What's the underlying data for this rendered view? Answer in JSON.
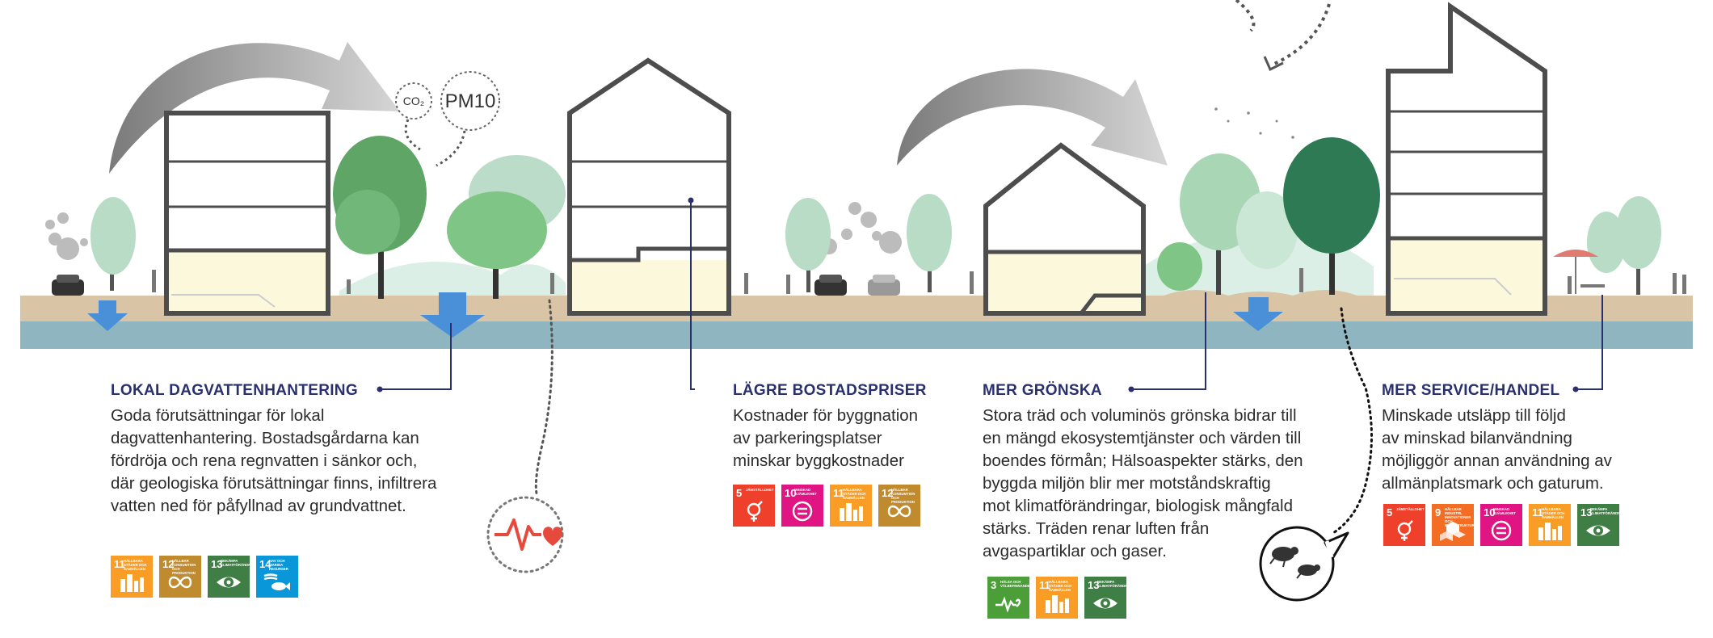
{
  "labels": {
    "co2": "CO₂",
    "pm10": "PM10"
  },
  "sections": [
    {
      "heading": "LOKAL DAGVATTENHANTERING",
      "lines": [
        "Goda förutsättningar för lokal",
        "dagvattenhantering. Bostadsgårdarna kan",
        "fördröja och rena regnvatten i sänkor och,",
        "där geologiska förutsättningar finns, infiltrera",
        "vatten ned för påfyllnad av grundvattnet."
      ],
      "sdgs": [
        {
          "num": "11",
          "label": "Hållbara städer och samhällen",
          "color": "#f99d26",
          "icon": "city-icon"
        },
        {
          "num": "12",
          "label": "Hållbar konsumtion och produktion",
          "color": "#bf8b2e",
          "icon": "infinity-icon"
        },
        {
          "num": "13",
          "label": "Bekämpa klimatförändringarna",
          "color": "#3f7e44",
          "icon": "eye-globe-icon"
        },
        {
          "num": "14",
          "label": "Hav och marina resurser",
          "color": "#0a97d9",
          "icon": "fish-icon"
        }
      ]
    },
    {
      "heading": "LÄGRE BOSTADSPRISER",
      "lines": [
        "Kostnader för byggnation",
        "av parkeringsplatser",
        "minskar byggkostnader"
      ],
      "sdgs": [
        {
          "num": "5",
          "label": "Jämställdhet",
          "color": "#ef402b",
          "icon": "gender-icon"
        },
        {
          "num": "10",
          "label": "Minskad ojämlikhet",
          "color": "#e11484",
          "icon": "equal-icon"
        },
        {
          "num": "11",
          "label": "Hållbara städer och samhällen",
          "color": "#f99d26",
          "icon": "city-icon"
        },
        {
          "num": "12",
          "label": "Hållbar konsumtion och produktion",
          "color": "#bf8b2e",
          "icon": "infinity-icon"
        }
      ]
    },
    {
      "heading": "MER GRÖNSKA",
      "lines": [
        "Stora träd och voluminös grönska bidrar till",
        "en mängd ekosystemtjänster och värden till",
        "boendes förmån; Hälsoaspekter stärks, den",
        "byggda miljön blir mer motståndskraftig",
        "mot klimatförändringar, biologisk mångfald",
        "stärks. Träden renar luften från",
        "avgaspartiklar och gaser."
      ],
      "sdgs": [
        {
          "num": "3",
          "label": "Hälsa och välbefinnande",
          "color": "#4c9f38",
          "icon": "heartbeat-icon"
        },
        {
          "num": "11",
          "label": "Hållbara städer och samhällen",
          "color": "#f99d26",
          "icon": "city-icon"
        },
        {
          "num": "13",
          "label": "Bekämpa klimatförändringarna",
          "color": "#3f7e44",
          "icon": "eye-globe-icon"
        }
      ]
    },
    {
      "heading": "MER SERVICE/HANDEL",
      "lines": [
        "Minskade utsläpp till följd",
        "av minskad bilanvändning",
        "möjliggör annan användning av",
        "allmänplatsmark och gaturum."
      ],
      "sdgs": [
        {
          "num": "5",
          "label": "Jämställdhet",
          "color": "#ef402b",
          "icon": "gender-icon"
        },
        {
          "num": "9",
          "label": "Hållbar industri, innovationer och infrastruktur",
          "color": "#f36d25",
          "icon": "cubes-icon"
        },
        {
          "num": "10",
          "label": "Minskad ojämlikhet",
          "color": "#e11484",
          "icon": "equal-icon"
        },
        {
          "num": "11",
          "label": "Hållbara städer och samhällen",
          "color": "#f99d26",
          "icon": "city-icon"
        },
        {
          "num": "13",
          "label": "Bekämpa klimatförändringarna",
          "color": "#3f7e44",
          "icon": "eye-globe-icon"
        }
      ]
    }
  ],
  "colors": {
    "heading": "#2a2f6e",
    "water": "#8fb5c0",
    "ground": "#d9c5a6",
    "building_base": "#fbf8dc",
    "outline": "#4d4d4d",
    "leader": "#2a2f6e"
  }
}
